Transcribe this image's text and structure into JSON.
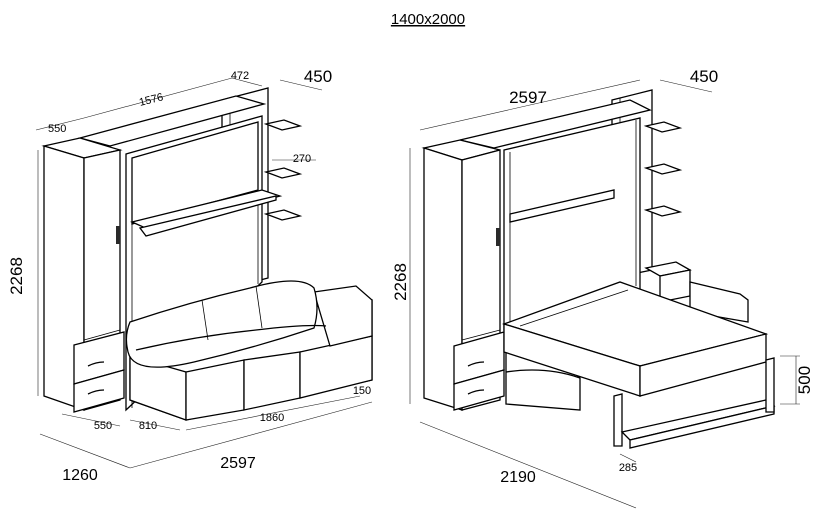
{
  "title": "1400x2000",
  "left_view": {
    "depth_cabinet_top": "550",
    "width_top": "1576",
    "depth_top": "472",
    "shelf_depth": "450",
    "shelf_small": "270",
    "height": "2268",
    "depth_bottom": "550",
    "sofa_depth": "810",
    "sofa_width": "1860",
    "sofa_arm": "150",
    "total_depth": "1260",
    "total_width": "2597"
  },
  "right_view": {
    "width_top": "2597",
    "shelf_depth": "450",
    "height": "2268",
    "bed_height": "500",
    "leg_depth": "285",
    "total_depth": "2190"
  }
}
